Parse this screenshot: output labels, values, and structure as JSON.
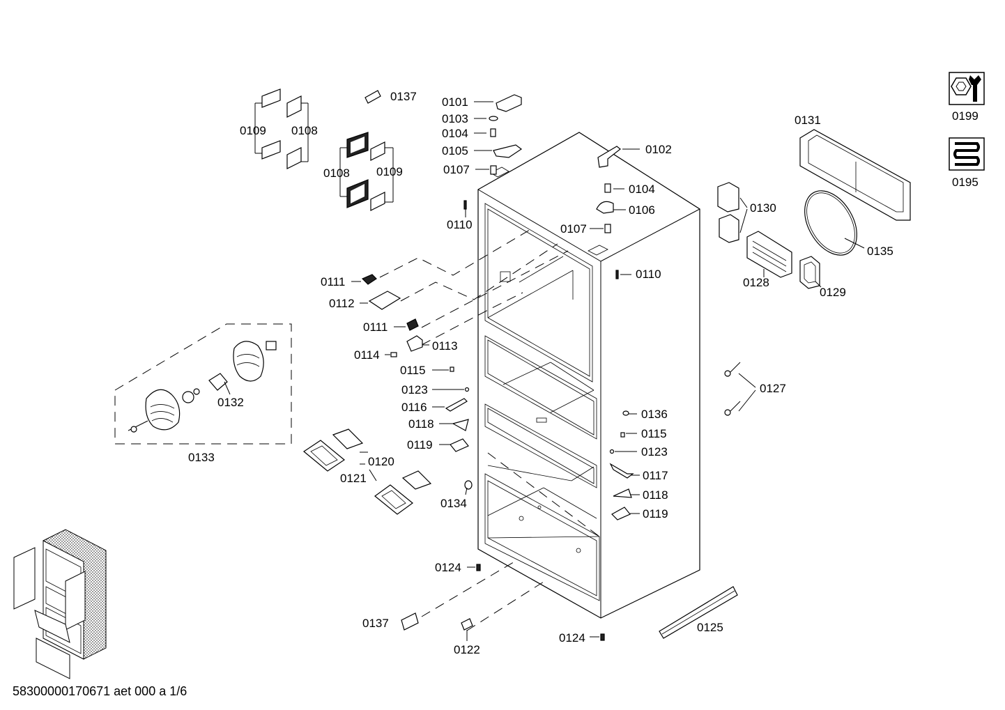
{
  "parts": [
    {
      "id": "p0101",
      "text": "0101"
    },
    {
      "id": "p0103",
      "text": "0103"
    },
    {
      "id": "p0104a",
      "text": "0104"
    },
    {
      "id": "p0105",
      "text": "0105"
    },
    {
      "id": "p0107a",
      "text": "0107"
    },
    {
      "id": "p0137a",
      "text": "0137"
    },
    {
      "id": "p0109a",
      "text": "0109"
    },
    {
      "id": "p0108a",
      "text": "0108"
    },
    {
      "id": "p0108b",
      "text": "0108"
    },
    {
      "id": "p0109b",
      "text": "0109"
    },
    {
      "id": "p0102",
      "text": "0102"
    },
    {
      "id": "p0104b",
      "text": "0104"
    },
    {
      "id": "p0106",
      "text": "0106"
    },
    {
      "id": "p0107b",
      "text": "0107"
    },
    {
      "id": "p0110a",
      "text": "0110"
    },
    {
      "id": "p0110b",
      "text": "0110"
    },
    {
      "id": "p0111a",
      "text": "0111"
    },
    {
      "id": "p0112",
      "text": "0112"
    },
    {
      "id": "p0111b",
      "text": "0111"
    },
    {
      "id": "p0113",
      "text": "0113"
    },
    {
      "id": "p0114",
      "text": "0114"
    },
    {
      "id": "p0115a",
      "text": "0115"
    },
    {
      "id": "p0123a",
      "text": "0123"
    },
    {
      "id": "p0116",
      "text": "0116"
    },
    {
      "id": "p0118a",
      "text": "0118"
    },
    {
      "id": "p0119a",
      "text": "0119"
    },
    {
      "id": "p0132",
      "text": "0132"
    },
    {
      "id": "p0133",
      "text": "0133"
    },
    {
      "id": "p0120",
      "text": "0120"
    },
    {
      "id": "p0121",
      "text": "0121"
    },
    {
      "id": "p0134",
      "text": "0134"
    },
    {
      "id": "p0136",
      "text": "0136"
    },
    {
      "id": "p0115b",
      "text": "0115"
    },
    {
      "id": "p0123b",
      "text": "0123"
    },
    {
      "id": "p0117",
      "text": "0117"
    },
    {
      "id": "p0118b",
      "text": "0118"
    },
    {
      "id": "p0119b",
      "text": "0119"
    },
    {
      "id": "p0124a",
      "text": "0124"
    },
    {
      "id": "p0137b",
      "text": "0137"
    },
    {
      "id": "p0122",
      "text": "0122"
    },
    {
      "id": "p0124b",
      "text": "0124"
    },
    {
      "id": "p0125",
      "text": "0125"
    },
    {
      "id": "p0127",
      "text": "0127"
    },
    {
      "id": "p0131",
      "text": "0131"
    },
    {
      "id": "p0130",
      "text": "0130"
    },
    {
      "id": "p0135",
      "text": "0135"
    },
    {
      "id": "p0128",
      "text": "0128"
    },
    {
      "id": "p0129",
      "text": "0129"
    },
    {
      "id": "p0199",
      "text": "0199"
    },
    {
      "id": "p0195",
      "text": "0195"
    }
  ],
  "footer": {
    "doc_id": "58300000170671 aet 000 a 1/6"
  },
  "icons": {
    "tools": "wrench-nut-icon",
    "cooling": "evaporator-coil-icon"
  }
}
